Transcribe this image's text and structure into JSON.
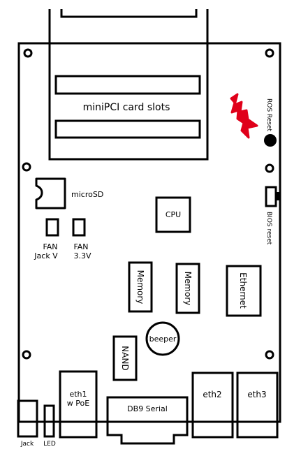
{
  "labels": {
    "minipci": "miniPCI card slots",
    "ros_reset": "ROS Reset",
    "microsd": "microSD",
    "cpu": "CPU",
    "bios_reset": "BIOS reset",
    "fan_jack_v_line1": "FAN",
    "fan_jack_v_line2": "Jack V",
    "fan_33v_line1": "FAN",
    "fan_33v_line2": "3.3V",
    "memory_left": "Memory",
    "memory_right": "Memory",
    "ethernet": "Ethernet",
    "beeper": "beeper",
    "nand": "NAND",
    "eth1_line1": "eth1",
    "eth1_line2": "w PoE",
    "db9": "DB9 Serial",
    "eth2": "eth2",
    "eth3": "eth3",
    "jack": "Jack",
    "led": "LED"
  },
  "colors": {
    "line": "#000000",
    "background": "#ffffff",
    "marker": "#e0001a"
  },
  "icons": {
    "reset_marker": "red-scribble-arrow",
    "mounting_hole": "ring"
  }
}
